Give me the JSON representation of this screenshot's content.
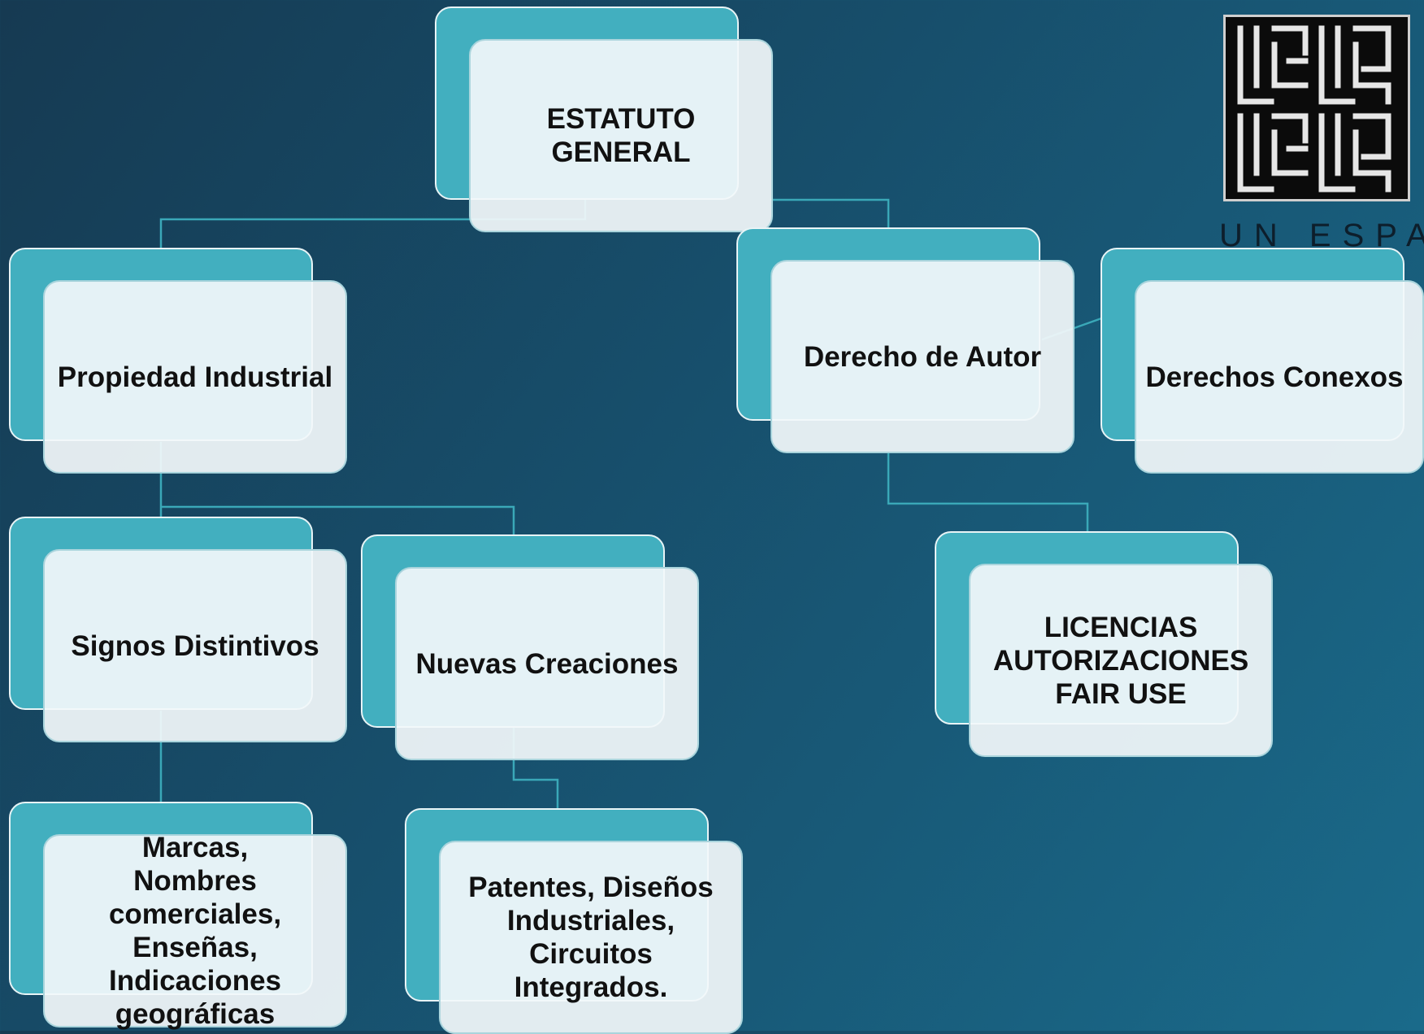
{
  "diagram": {
    "nodes": {
      "estatuto_general": "ESTATUTO GENERAL",
      "propiedad_industrial": "Propiedad Industrial",
      "derecho_de_autor": "Derecho de Autor",
      "derechos_conexos": "Derechos Conexos",
      "signos_distintivos": "Signos Distintivos",
      "nuevas_creaciones": "Nuevas Creaciones",
      "licencias": "LICENCIAS AUTORIZACIONES FAIR USE",
      "marcas": "Marcas, Nombres comerciales, Enseñas, Indicaciones geográficas",
      "patentes": "Patentes, Diseños Industriales, Circuitos Integrados."
    }
  },
  "logo": {
    "tagline": "UN ESPAC"
  },
  "colors": {
    "background": "#174f6c",
    "back_card": "#42afbf",
    "front_card": "#f2f8fa",
    "connector": "#3aa8b8"
  }
}
